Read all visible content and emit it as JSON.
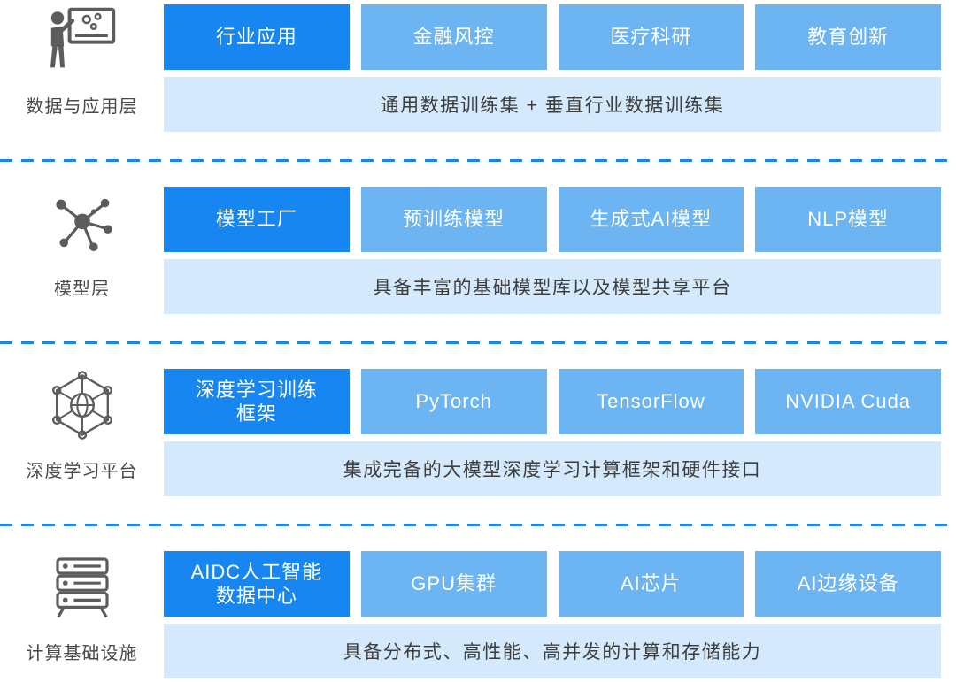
{
  "colors": {
    "primary": "#1786f0",
    "secondary": "#6db5f2",
    "banner_bg": "#d4e9fc",
    "banner_text": "#3d3d3d",
    "label_text": "#4a4a4a",
    "box_text": "#ffffff"
  },
  "layers": [
    {
      "label": "数据与应用层",
      "icon": "presenter-board-icon",
      "boxes": [
        "行业应用",
        "金融风控",
        "医疗科研",
        "教育创新"
      ],
      "banner": "通用数据训练集 + 垂直行业数据训练集"
    },
    {
      "label": "模型层",
      "icon": "molecule-network-icon",
      "boxes": [
        "模型工厂",
        "预训练模型",
        "生成式AI模型",
        "NLP模型"
      ],
      "banner": "具备丰富的基础模型库以及模型共享平台"
    },
    {
      "label": "深度学习平台",
      "icon": "globe-network-icon",
      "boxes": [
        "深度学习训练\n框架",
        "PyTorch",
        "TensorFlow",
        "NVIDIA Cuda"
      ],
      "banner": "集成完备的大模型深度学习计算框架和硬件接口"
    },
    {
      "label": "计算基础设施",
      "icon": "server-rack-icon",
      "boxes": [
        "AIDC人工智能\n数据中心",
        "GPU集群",
        "AI芯片",
        "AI边缘设备"
      ],
      "banner": "具备分布式、高性能、高并发的计算和存储能力"
    }
  ]
}
